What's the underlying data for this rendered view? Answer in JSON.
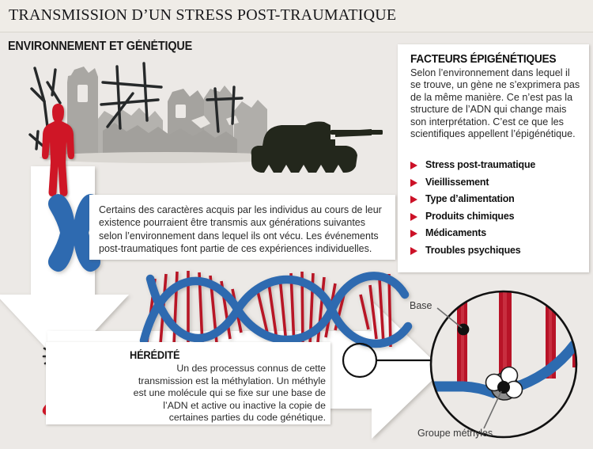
{
  "header": {
    "title": "TRANSMISSION D’UN STRESS POST-TRAUMATIQUE"
  },
  "section": {
    "environment_heading": "ENVIRONNEMENT ET GÉNÉTIQUE"
  },
  "epigenetics_panel": {
    "heading": "FACTEURS ÉPIGÉNÉTIQUES",
    "body": "Selon l’environnement dans lequel il se trouve, un gène ne s’exprimera pas de la même manière. Ce n’est pas la structure de l’ADN qui change mais son interprétation. C’est ce que les scientifiques appellent l’épigénétique.",
    "bullets": [
      "Stress post-traumatique",
      "Vieillissement",
      "Type d’alimentation",
      "Produits chimiques",
      "Médicaments",
      "Troubles psychiques"
    ]
  },
  "center_panel": {
    "body": "Certains des caractères acquis par les individus au cours de leur existence pourraient être transmis aux générations suivantes selon l’environnement dans lequel ils ont vécu. Les événements post-traumatiques font partie de ces expériences individuelles."
  },
  "heredity_panel": {
    "heading": "HÉRÉDITÉ",
    "body": "Un des processus connus de cette transmission est la méthylation. Un méthyle est une molécule qui se fixe sur une base de l’ADN et active ou inactive la copie de certaines parties du code génétique."
  },
  "callouts": {
    "base_label": "Base",
    "methyl_label": "Groupe méthyles"
  },
  "colors": {
    "page_background": "#ece9e6",
    "title_band": "#efece7",
    "accent_red": "#cc1127",
    "figure_red": "#cf1526",
    "dna_blue": "#2d6bb0",
    "dna_red": "#b81327",
    "ruins_gray": "#a8a6a2",
    "tank_dark": "#23271c",
    "text_dark": "#2a2a2a"
  },
  "icons": {
    "bullet": "triangle-right-icon",
    "arrow_down": "arrow-down-icon",
    "arrow_right": "arrow-right-icon",
    "chromosome": "chromosome-icon",
    "person": "person-icon",
    "baby": "crying-baby-icon",
    "tank": "tank-icon",
    "ruins": "ruins-icon",
    "dna": "dna-helix-icon",
    "magnifier": "magnifier-circle-icon",
    "methyl": "methyl-group-icon"
  }
}
